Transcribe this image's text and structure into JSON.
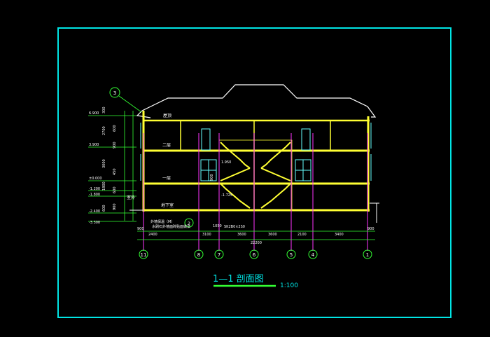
{
  "drawing": {
    "title": "1—1 剖面图",
    "scale": "1:100",
    "colors": {
      "background": "#000000",
      "frame": "#00e5e5",
      "section": "#ffff33",
      "outline": "#ffffff",
      "axis": "#ff33ff",
      "dimension": "#33ff33",
      "text": "#ffffff",
      "window": "#66ffff",
      "title_underline": "#33ff33"
    },
    "room_labels": [
      "屋顶",
      "二层",
      "一层",
      "地下室"
    ],
    "left_label": "室外",
    "section_marker": "3",
    "bottom_marker": "2",
    "notes": [
      "外墙保温（M）",
      "水刷石外墙面砖贴面做法"
    ],
    "left_elevations": [
      "6.900",
      "3.900",
      "±0.000",
      "-1.200",
      "-1.800",
      "-2.400",
      "-3.300"
    ],
    "left_dims": [
      "300",
      "2700",
      "3000",
      "1800",
      "600",
      "600",
      "900",
      "450",
      "600",
      "900"
    ],
    "stair_labels": [
      "1.950",
      "-1.725",
      "900"
    ],
    "top_dims": [
      "900",
      "2400",
      "3100",
      "3600",
      "1050",
      "3600",
      "2100",
      "3400",
      "900"
    ],
    "mid_dim_text": "SK2B0×2S0",
    "total_dim": "22200",
    "axes": [
      "11",
      "8",
      "7",
      "6",
      "5",
      "4",
      "1"
    ]
  }
}
